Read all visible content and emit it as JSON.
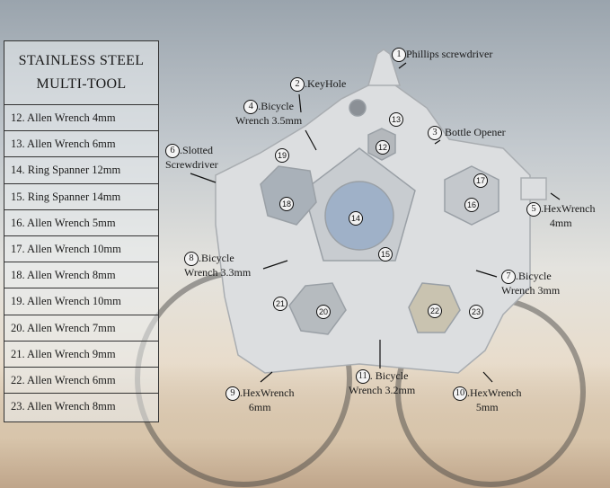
{
  "spec_table": {
    "title_line1": "STAINLESS STEEL",
    "title_line2": "MULTI-TOOL",
    "rows": [
      "12. Allen Wrench 4mm",
      "13. Allen Wrench 6mm",
      "14. Ring Spanner 12mm",
      "15. Ring Spanner 14mm",
      "16. Allen Wrench 5mm",
      "17. Allen Wrench 10mm",
      "18. Allen Wrench 8mm",
      "19. Allen Wrench 10mm",
      "20. Allen Wrench 7mm",
      "21. Allen Wrench 9mm",
      "22. Allen Wrench 6mm",
      "23. Allen Wrench 8mm"
    ]
  },
  "callouts": [
    {
      "num": "1",
      "line1": "Phillips screwdriver",
      "line2": ""
    },
    {
      "num": "2",
      "line1": ".KeyHole",
      "line2": ""
    },
    {
      "num": "3",
      "line1": "Bottle Opener",
      "line2": ""
    },
    {
      "num": "4",
      "line1": ".Bicycle",
      "line2": "Wrench 3.5mm"
    },
    {
      "num": "5",
      "line1": ".HexWrench",
      "line2": "4mm"
    },
    {
      "num": "6",
      "line1": ".Slotted",
      "line2": "Screwdriver"
    },
    {
      "num": "7",
      "line1": ".Bicycle",
      "line2": "Wrench 3mm"
    },
    {
      "num": "8",
      "line1": ".Bicycle",
      "line2": "Wrench 3.3mm"
    },
    {
      "num": "9",
      "line1": ".HexWrench",
      "line2": "6mm"
    },
    {
      "num": "10",
      "line1": ".HexWrench",
      "line2": "5mm"
    },
    {
      "num": "11",
      "line1": ". Bicycle",
      "line2": "Wrench 3.2mm"
    }
  ],
  "markers": [
    "12",
    "13",
    "14",
    "15",
    "16",
    "17",
    "18",
    "19",
    "20",
    "21",
    "22",
    "23"
  ]
}
